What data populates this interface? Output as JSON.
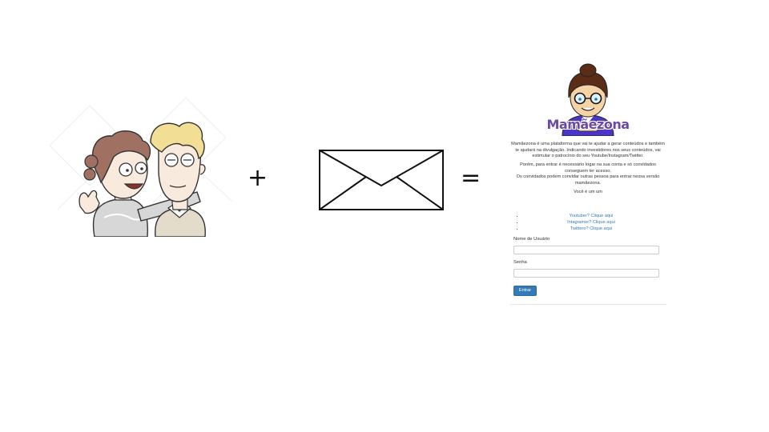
{
  "operators": {
    "plus": "+",
    "equals": "="
  },
  "colors": {
    "accent": "#337ab7",
    "logo": "#6b4aa6",
    "shirt": "#4a35c9"
  },
  "images": {
    "friends": "two-friends-cartoon",
    "envelope": "envelope-icon",
    "mascot": "mamaezona-mascot"
  },
  "page": {
    "logo_text": "Mamãezona",
    "intro_paragraph_1": "Mamãezona é uma plataforma que vai te ajudar a gerar conteúdos e também te ajudará na divulgação. Indicando investidores nos seus conteúdos, vai estimular o patrocínio do seu Youtube/Instagram/Twitter.",
    "intro_paragraph_2": "Porém, para entrar é necessário logar na sua conta e só convidados conseguem ter acesso.",
    "intro_paragraph_3": "Os convidados podem convidar outras pessoa para entrar nessa versão mamãezona.",
    "question": "Você é um um",
    "links": [
      {
        "prefix": "Youtuber?",
        "link": "Clique aqui"
      },
      {
        "prefix": "Intagramer?",
        "link": "Clique aqui"
      },
      {
        "prefix": "Twittero?",
        "link": "Clique aqui"
      }
    ],
    "username_label": "Nome de Usuário",
    "username_value": "",
    "password_label": "Senha",
    "password_value": "",
    "submit_label": "Entrar"
  }
}
